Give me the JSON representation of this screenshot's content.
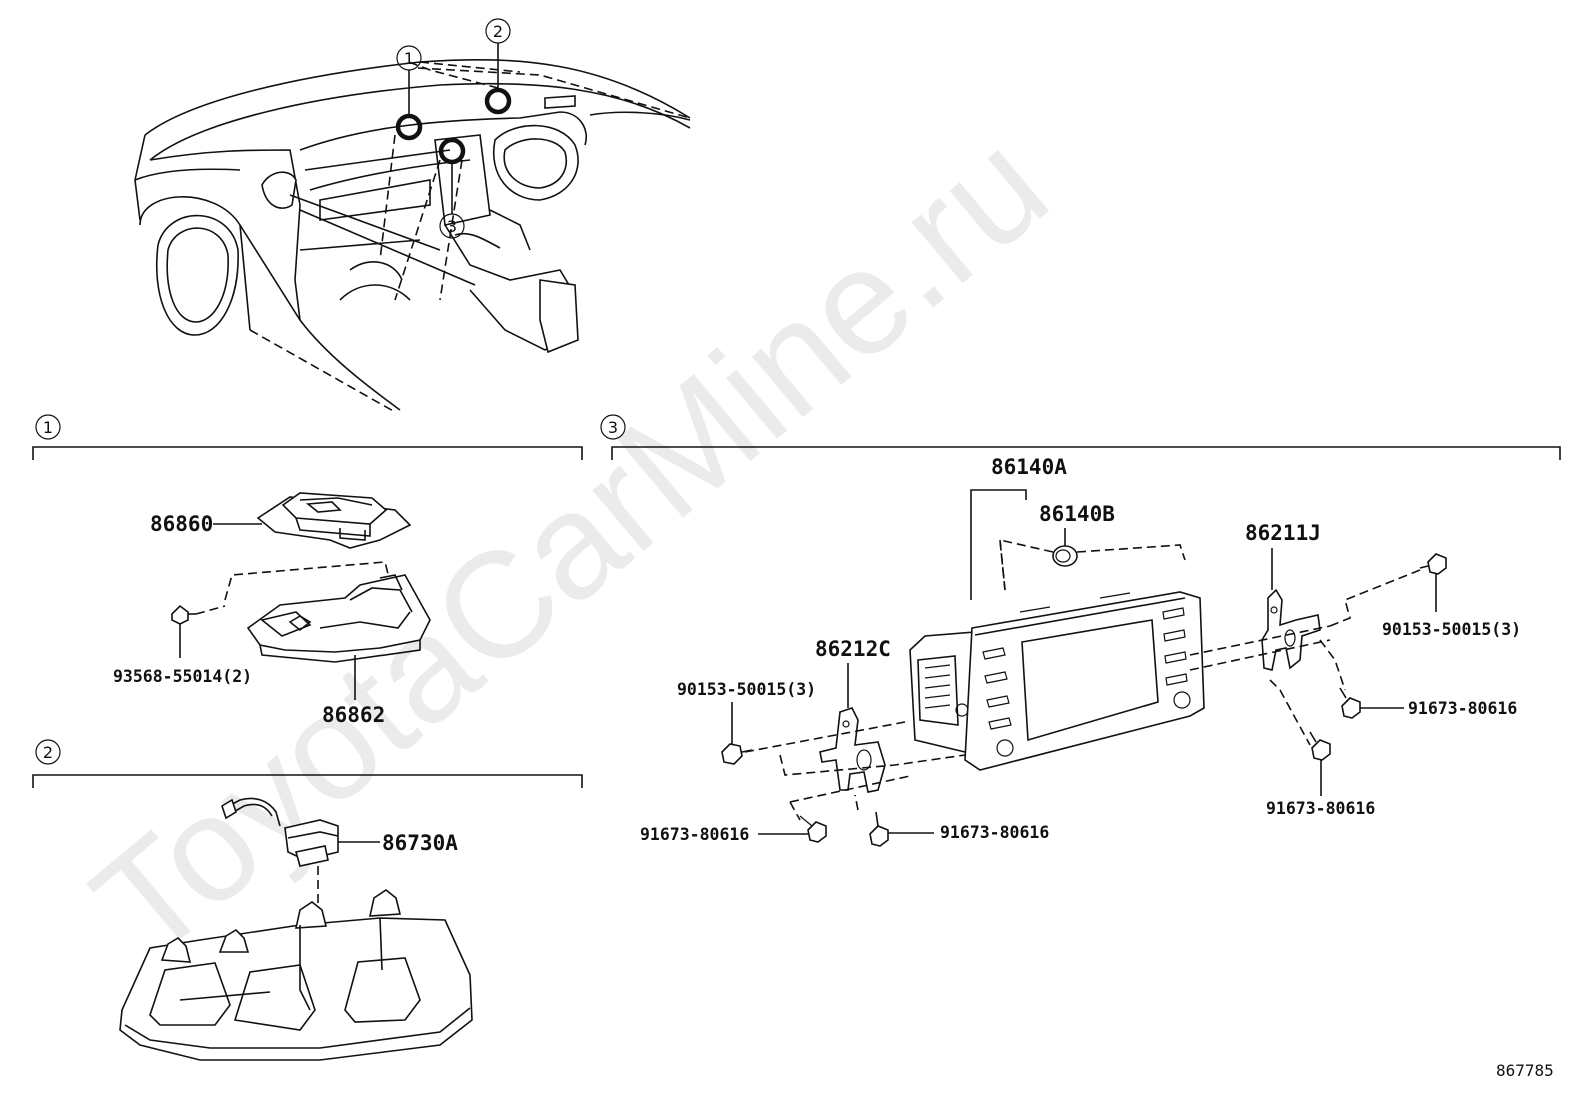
{
  "watermark": "ToyotaCarMine.ru",
  "reference_number": "867785",
  "callouts": [
    "1",
    "2",
    "3"
  ],
  "sections": {
    "s1": {
      "index": "1",
      "parts": {
        "p86860": "86860",
        "p86862": "86862",
        "p93568": "93568-55014(2)"
      }
    },
    "s2": {
      "index": "2",
      "parts": {
        "p86730A": "86730A"
      }
    },
    "s3": {
      "index": "3",
      "parts": {
        "p86140A": "86140A",
        "p86140B": "86140B",
        "p86212C": "86212C",
        "p86211J": "86211J",
        "p90153_left": "90153-50015(3)",
        "p90153_right": "90153-50015(3)",
        "p91673_a": "91673-80616",
        "p91673_b": "91673-80616",
        "p91673_c": "91673-80616",
        "p91673_d": "91673-80616"
      }
    }
  }
}
